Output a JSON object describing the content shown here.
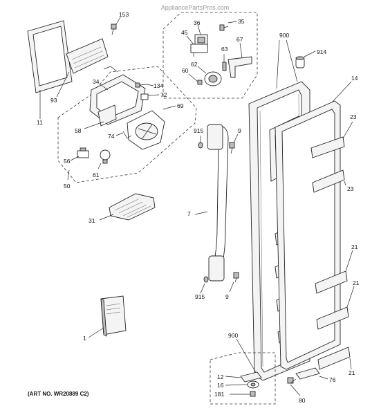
{
  "watermark": "AppliancePartsPros.com",
  "art_number": "(ART NO. WR20889 C2)",
  "callouts": {
    "c153": "153",
    "c36": "36",
    "c35": "35",
    "c45": "45",
    "c900a": "900",
    "c914": "914",
    "c67": "67",
    "c63": "63",
    "c62": "62",
    "c60": "60",
    "c14": "14",
    "c93": "93",
    "c34": "34",
    "c134": "134",
    "c72": "72",
    "c69": "69",
    "c11": "11",
    "c58": "58",
    "c74": "74",
    "c23a": "23",
    "c915a": "915",
    "c9a": "9",
    "c56": "56",
    "c61": "61",
    "c23b": "23",
    "c50": "50",
    "c31": "31",
    "c7": "7",
    "c21a": "21",
    "c21b": "21",
    "c915b": "915",
    "c9b": "9",
    "c1": "1",
    "c900b": "900",
    "c12": "12",
    "c16": "16",
    "c181": "181",
    "c76": "76",
    "c21c": "21",
    "c80": "80"
  }
}
